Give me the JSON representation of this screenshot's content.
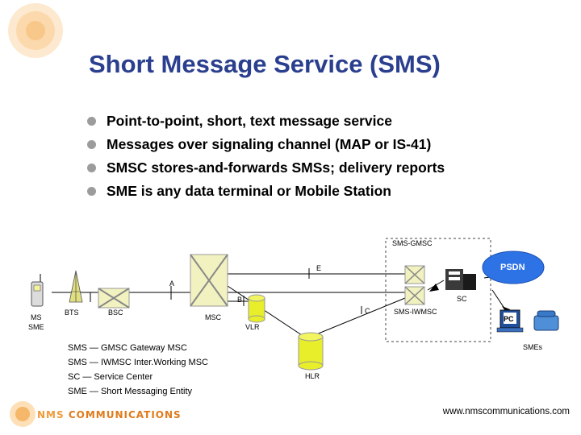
{
  "title": "Short Message Service (SMS)",
  "bullets": [
    "Point-to-point, short, text message service",
    "Messages over signaling channel (MAP or IS-41)",
    "SMSC stores-and-forwards SMSs; delivery reports",
    "SME is any data terminal or Mobile Station"
  ],
  "diagram": {
    "sms_gmsc": "SMS-GMSC",
    "psdn": "PSDN",
    "e": "E",
    "a": "A",
    "b": "B",
    "c": "C",
    "sc": "SC",
    "sms_iwmsc": "SMS-IWMSC",
    "ms": "MS",
    "sme": "SME",
    "bts": "BTS",
    "bsc": "BSC",
    "msc": "MSC",
    "vlr": "VLR",
    "hlr": "HLR",
    "smes": "SMEs",
    "pc": "PC"
  },
  "glossary": [
    "SMS — GMSC  Gateway MSC",
    "SMS — IWMSC Inter.Working MSC",
    "SC —  Service Center",
    "SME — Short Messaging Entity"
  ],
  "footer": {
    "logo_nms": "NMS",
    "logo_comm": "COMMUNICATIONS",
    "website": "www.nmscommunications.com"
  },
  "colors": {
    "title": "#2b3f8f",
    "bullet": "#9c9c9c",
    "network_node": "#f2f2c0",
    "database": "#e8ee2a",
    "psdn": "#2e73e6",
    "logo": "#e07a1a"
  }
}
